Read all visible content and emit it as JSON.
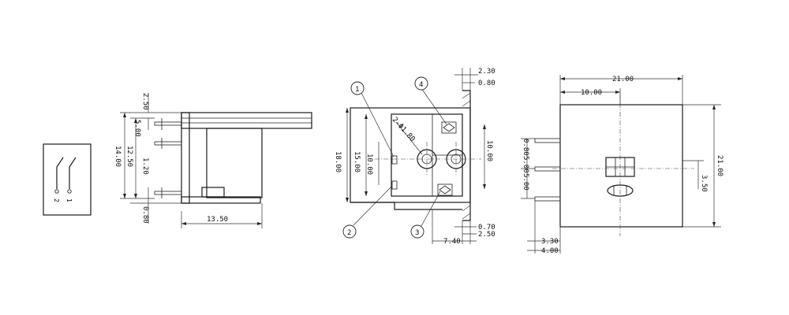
{
  "schematic": {
    "pin_left": "2",
    "pin_right": "1"
  },
  "side_view": {
    "dim_top": "2.50",
    "dim_a": "5.00",
    "dim_b": "12.50",
    "dim_c": "14.00",
    "dim_d": "1.20",
    "dim_e": "0.80",
    "dim_width": "13.50"
  },
  "front_view": {
    "callouts": [
      "1",
      "2",
      "3",
      "4"
    ],
    "hole_label": "2-Φ1.80",
    "dim_top_a": "2.30",
    "dim_top_b": "0.80",
    "dim_height_outer": "18.00",
    "dim_height_inner": "15.00",
    "dim_inner": "10.00",
    "dim_right": "10.00",
    "dim_bottom_a": "0.70",
    "dim_bottom_b": "2.50",
    "dim_bottom_c": "7.40"
  },
  "top_view": {
    "dim_width": "21.00",
    "dim_half": "10.00",
    "dim_height": "21.00",
    "dim_a": "0.80",
    "dim_b": "5.00",
    "dim_c": "5.00",
    "dim_d": "3.50",
    "dim_e": "3.30",
    "dim_f": "4.00"
  }
}
